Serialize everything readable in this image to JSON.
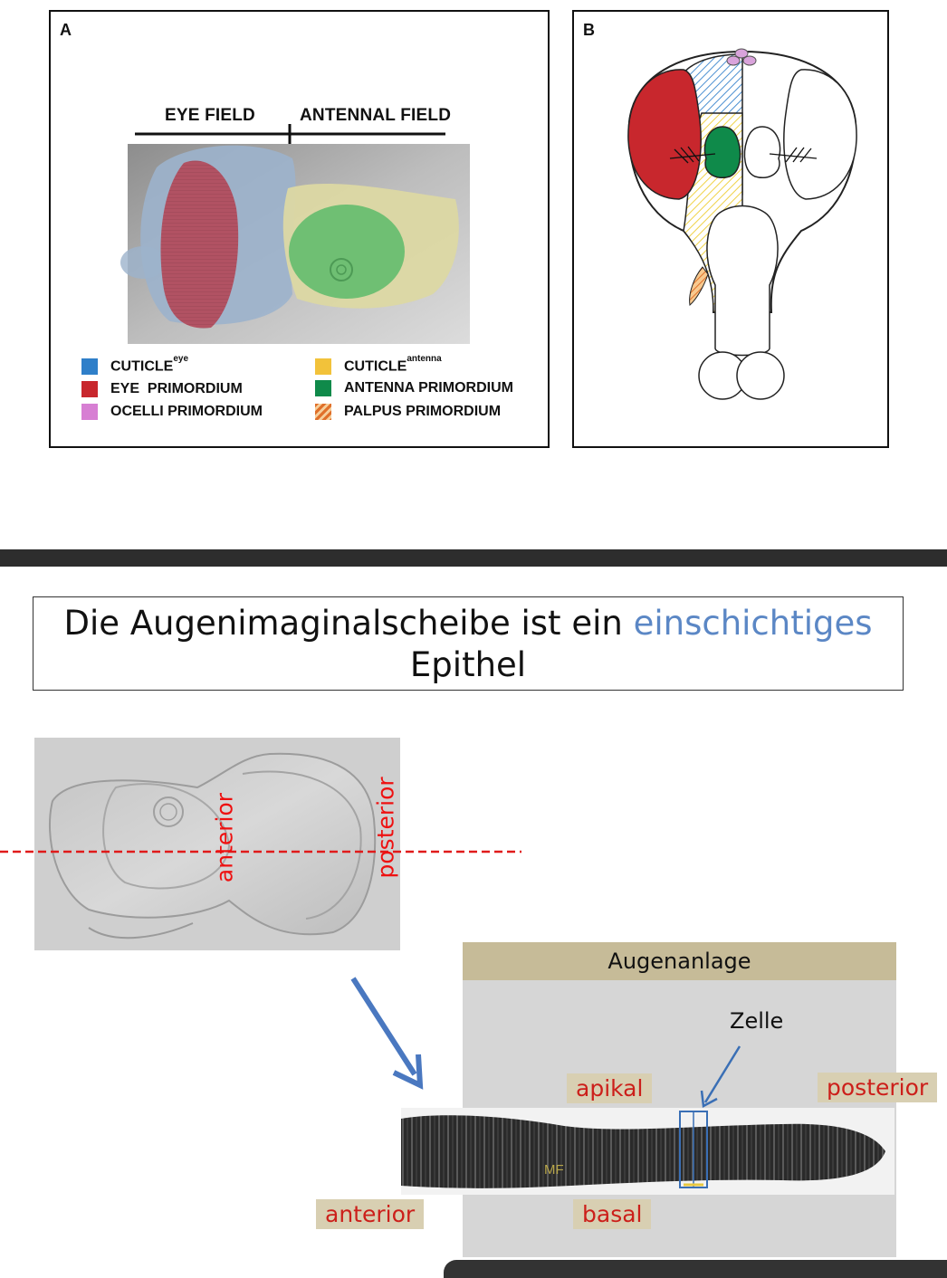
{
  "panel_a": {
    "letter": "A",
    "eye_field": "EYE FIELD",
    "antennal_field": "ANTENNAL FIELD",
    "legend": [
      {
        "label": "CUTICLE",
        "sup": "eye",
        "color": "#2f7fc9"
      },
      {
        "label": "EYE  PRIMORDIUM",
        "sup": "",
        "color": "#c8272d"
      },
      {
        "label": "OCELLI PRIMORDIUM",
        "sup": "",
        "color": "#d77fd3"
      },
      {
        "label": "CUTICLE",
        "sup": "antenna",
        "color": "#f2c23a"
      },
      {
        "label": "ANTENNA PRIMORDIUM",
        "sup": "",
        "color": "#0f8a4a"
      },
      {
        "label": "PALPUS PRIMORDIUM",
        "sup": "",
        "color": "#e0702a"
      }
    ]
  },
  "panel_b": {
    "letter": "B"
  },
  "slide": {
    "title_part1": "Die Augenimaginalscheibe ist ein ",
    "title_highlight": "einschichtiges",
    "title_part2": "Epithel",
    "disc_label_anterior": "anterior",
    "disc_label_posterior": "posterior",
    "section_header": "Augenanlage",
    "cell_label": "Zelle",
    "apical": "apikal",
    "basal": "basal",
    "anterior": "anterior",
    "posterior": "posterior",
    "mf": "MF"
  },
  "colors": {
    "accent_blue": "#5b87c5",
    "label_red": "#cc1f1a",
    "tag_bg": "#d8cfb2",
    "header_bg": "#c6bb98",
    "section_bg": "#d6d6d6"
  }
}
